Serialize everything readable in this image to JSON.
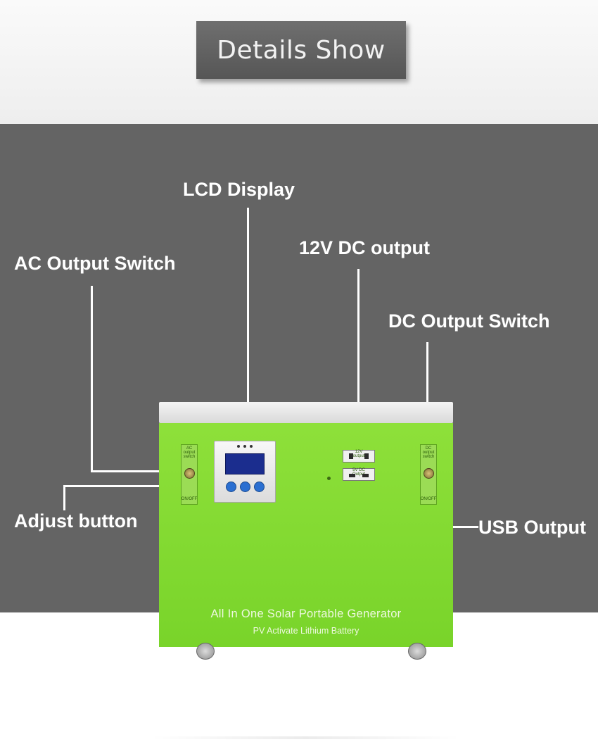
{
  "header": {
    "title": "Details Show"
  },
  "callouts": {
    "lcd_display": "LCD Display",
    "ac_output_switch": "AC Output Switch",
    "dc_output_12v": "12V DC output",
    "dc_output_switch": "DC Output Switch",
    "adjust_button": "Adjust button",
    "usb_output": "USB Output"
  },
  "device": {
    "brand_line_1": "All In One Solar Portable Generator",
    "brand_line_2": "PV Activate Lithium Battery",
    "left_panel_label": "AC output switch",
    "left_panel_state": "ON/OFF",
    "right_panel_label": "DC output switch",
    "right_panel_state": "ON/OFF",
    "usb_top_label": "12V output",
    "usb_bottom_label": "5V DC Output",
    "colors": {
      "body": "#7ed630",
      "panel_bg": "#646464",
      "lcd": "#1b2d8e",
      "buttons": "#2a6fd1"
    }
  }
}
